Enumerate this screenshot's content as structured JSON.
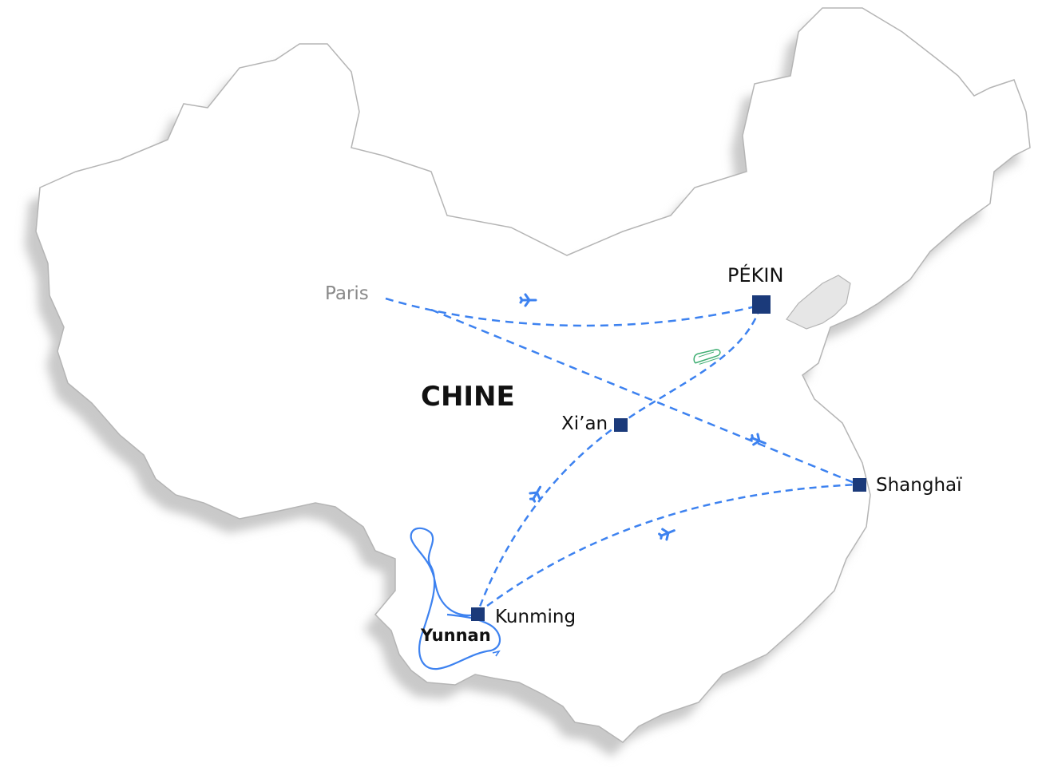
{
  "map": {
    "country_label": "CHINE",
    "region_label": "Yunnan",
    "cities": [
      {
        "id": "paris",
        "label": "Paris",
        "marker": "none",
        "label_color": "#8a8a8a"
      },
      {
        "id": "pekin",
        "label": "PÉKIN",
        "marker": "square-large"
      },
      {
        "id": "xian",
        "label": "Xi’an",
        "marker": "square"
      },
      {
        "id": "shanghai",
        "label": "Shanghaï",
        "marker": "square"
      },
      {
        "id": "kunming",
        "label": "Kunming",
        "marker": "square"
      }
    ],
    "routes": [
      {
        "from": "Paris",
        "to": "PÉKIN",
        "mode": "flight",
        "icon": "plane-icon"
      },
      {
        "from": "PÉKIN",
        "to": "Xi’an",
        "mode": "train",
        "icon": "train-icon"
      },
      {
        "from": "Xi’an",
        "to": "Kunming",
        "mode": "flight",
        "icon": "plane-icon"
      },
      {
        "from": "Kunming",
        "to": "Shanghaï",
        "mode": "flight",
        "icon": "plane-icon"
      },
      {
        "from": "Shanghaï",
        "to": "Paris",
        "mode": "flight",
        "icon": "plane-icon"
      },
      {
        "from": "Kunming",
        "to": "Kunming",
        "mode": "road-loop",
        "region": "Yunnan"
      }
    ],
    "colors": {
      "land": "#ffffff",
      "border": "#b5b5b5",
      "shadow": "#c9c9c9",
      "route": "#3d82f0",
      "marker": "#1b3a7a",
      "train": "#3fae72",
      "text": "#111111",
      "paris_text": "#8a8a8a"
    }
  }
}
